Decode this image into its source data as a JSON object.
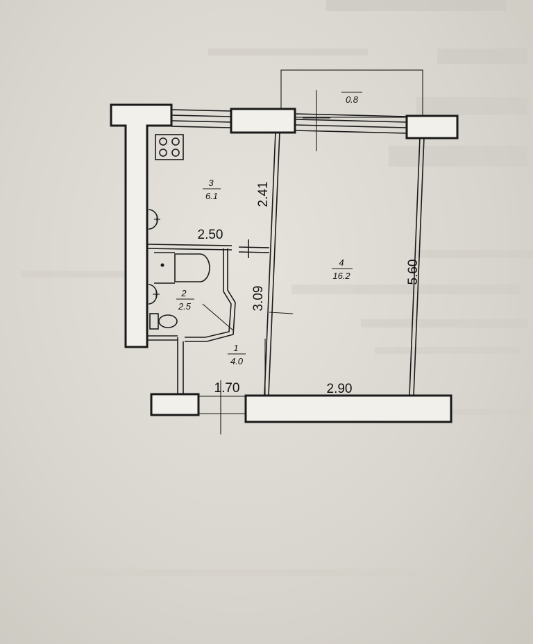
{
  "rooms": [
    {
      "number": "3",
      "area": "6.1"
    },
    {
      "number": "2",
      "area": "2.5"
    },
    {
      "number": "1",
      "area": "4.0"
    },
    {
      "number": "4",
      "area": "16.2"
    }
  ],
  "balcony": {
    "area": "0.8"
  },
  "dimensions": {
    "kitchen_height": "2.41",
    "kitchen_width": "2.50",
    "hall_height": "3.09",
    "room_height": "5.60",
    "hall_width": "1.70",
    "room_width": "2.90"
  }
}
